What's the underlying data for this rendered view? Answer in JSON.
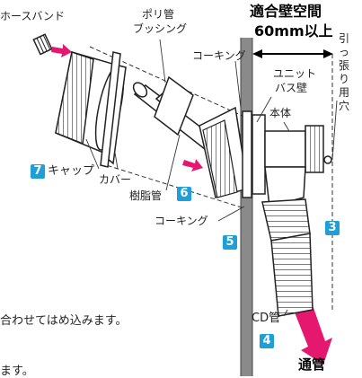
{
  "labels": {
    "hose_band": "ホースバンド",
    "pipe_bushing_1": "ポリ管",
    "pipe_bushing_2": "ブッシング",
    "fit_wall_space_1": "適合壁空間",
    "fit_wall_space_2": "60mm以上",
    "caulking_top": "コーキング",
    "unit_bath_wall_1": "ユニット",
    "unit_bath_wall_2": "バス壁",
    "pull_hole": "引っ張り用穴",
    "main_body": "本体",
    "cap": "キャップ",
    "cover": "カバー",
    "resin_pipe": "樹脂管",
    "caulking_bottom": "コーキング",
    "cd_pipe": "CD管",
    "ventilation": "通管",
    "text_fragment_1": "合わせてはめ込みます。",
    "text_fragment_2": "ます。"
  },
  "numbers": {
    "n3": "3",
    "n4": "4",
    "n5": "5",
    "n6": "6",
    "n7": "7"
  },
  "colors": {
    "accent_blue": "#1f9fd8",
    "arrow_pink": "#e5176f",
    "wall_gray": "#8a8a8a",
    "line": "#333333"
  }
}
